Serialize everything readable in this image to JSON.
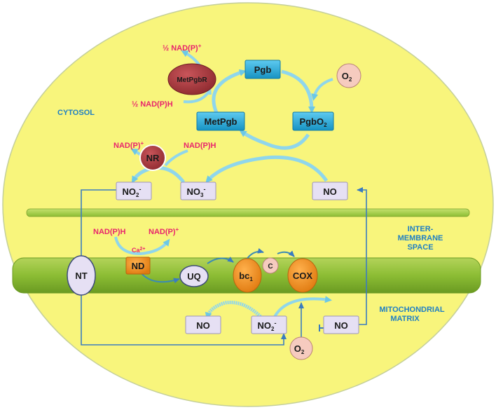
{
  "regions": {
    "cytosol": "CYTOSOL",
    "intermembrane_line1": "INTER-",
    "intermembrane_line2": "MEMBRANE",
    "intermembrane_line3": "SPACE",
    "matrix_line1": "MITOCHONDRIAL",
    "matrix_line2": "MATRIX"
  },
  "proteins": {
    "pgb": "Pgb",
    "metpgb": "MetPgb",
    "pgbo2_main": "PgbO",
    "pgbo2_sub": "2",
    "metpgbr": "MetPgbR",
    "nr": "NR",
    "nt": "NT",
    "nd": "ND",
    "uq": "UQ",
    "bc1_main": "bc",
    "bc1_sub": "1",
    "c": "C",
    "cox": "COX"
  },
  "molecules": {
    "o2_main": "O",
    "o2_sub": "2",
    "no": "NO",
    "no2_main": "NO",
    "no2_sub": "2",
    "no2_sup": "-",
    "no3_main": "NO",
    "no3_sub": "3",
    "no3_sup": "-"
  },
  "cofactors": {
    "half_nadp_plus": "½ NAD(P)",
    "half_nadph": "½ NAD(P)H",
    "nadp_plus": "NAD(P)",
    "nadph": "NAD(P)H",
    "plus": "+",
    "ca_main": "Ca",
    "ca_sup": "2+"
  },
  "colors": {
    "cytosol": "#f8f57c",
    "membrane": "#8cbd34",
    "box_blue": "#29a9d6",
    "box_lavender": "#e6e0f4",
    "orange": "#f08a1e",
    "maroon": "#a8353a",
    "pink": "#f6cbbf",
    "arrow": "#8fd6ec",
    "line": "#3a7cc0",
    "label_blue": "#1f7fc4",
    "label_red": "#e8246c"
  }
}
